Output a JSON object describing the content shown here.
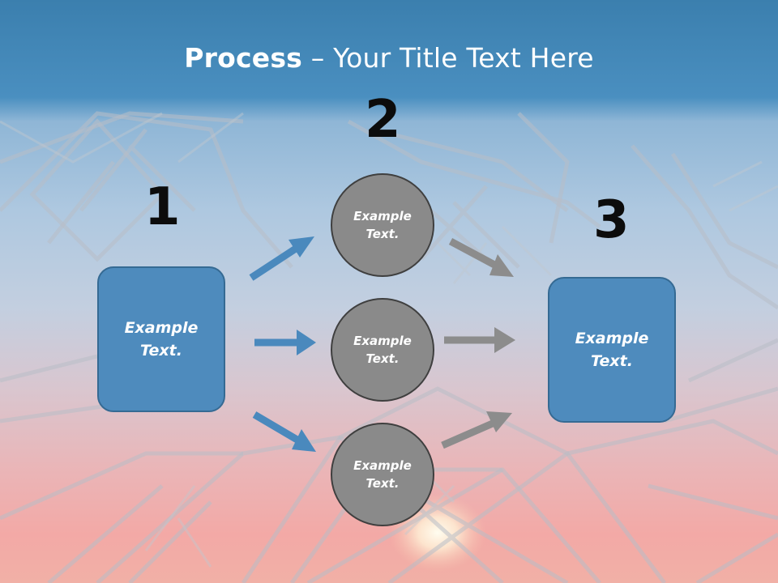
{
  "title": {
    "bold": "Process",
    "rest": " – Your Title Text Here"
  },
  "steps": {
    "one": {
      "number": "1",
      "text_line1": "Example",
      "text_line2": "Text."
    },
    "two": {
      "number": "2",
      "circles": [
        {
          "line1": "Example",
          "line2": "Text."
        },
        {
          "line1": "Example",
          "line2": "Text."
        },
        {
          "line1": "Example",
          "line2": "Text."
        }
      ]
    },
    "three": {
      "number": "3",
      "text_line1": "Example",
      "text_line2": "Text."
    }
  },
  "colors": {
    "box_fill": "#4e8bbd",
    "box_border": "#356a93",
    "circle_fill": "#8a8a8a",
    "circle_border": "#3f3f3f",
    "blue_arrow": "#4a89bd",
    "gray_arrow": "#8c8c8c"
  }
}
